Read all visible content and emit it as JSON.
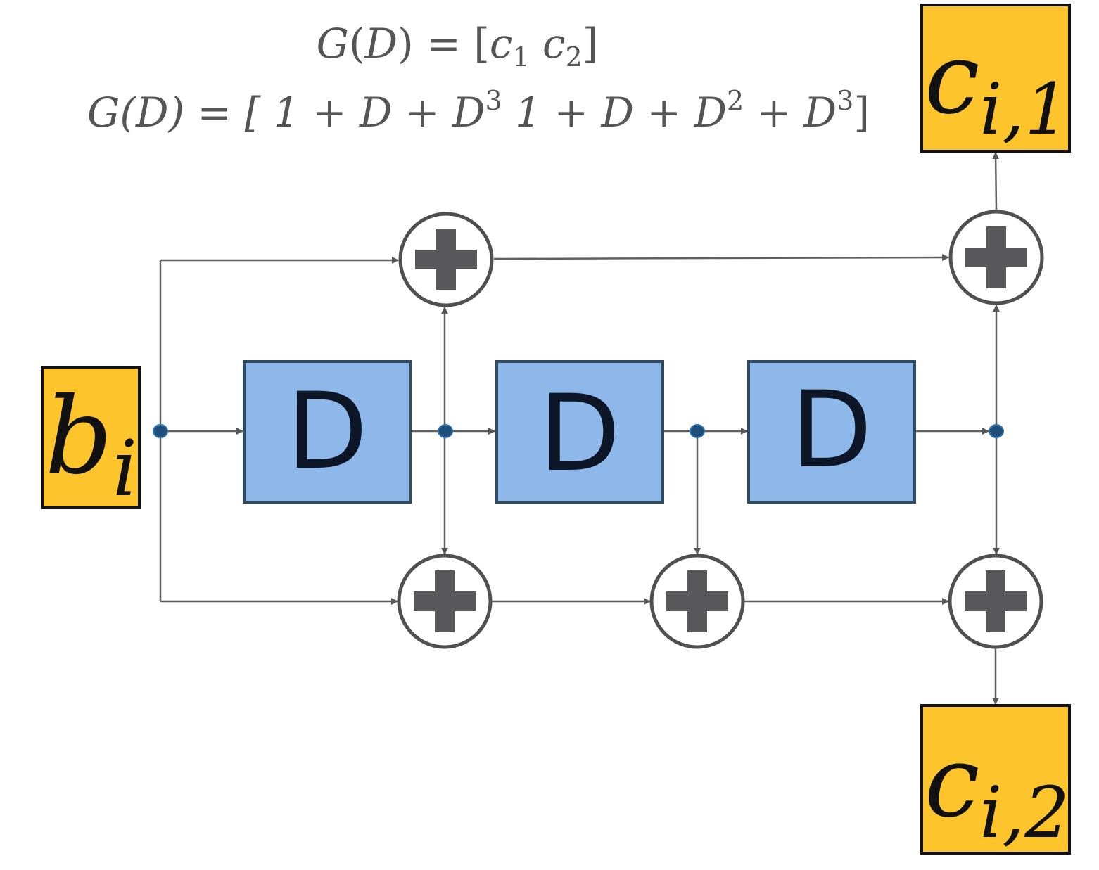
{
  "equations": {
    "line1": {
      "G": "G",
      "lp": "(",
      "D": "D",
      "rp": ")",
      "eq": " = [",
      "c1": "c",
      "sub1": "1",
      "sp": " ",
      "c2": "c",
      "sub2": "2",
      "close": "]"
    },
    "line2": {
      "prefix": "G(D) = [ 1 + D + D",
      "exp1": "3",
      "mid": "   1 + D + D",
      "exp2": "2",
      "mid2": " + D",
      "exp3": "3",
      "close": "]"
    }
  },
  "input": {
    "symbol": "b",
    "subscript": "i"
  },
  "outputs": [
    {
      "symbol": "c",
      "subscript": "i,1"
    },
    {
      "symbol": "c",
      "subscript": "i,2"
    }
  ],
  "delays": [
    {
      "label": "D"
    },
    {
      "label": "D"
    },
    {
      "label": "D"
    }
  ],
  "colors": {
    "io_box": "#fdc52b",
    "delay_box": "#8db8e9",
    "wire": "#606063",
    "adder": "#58585b"
  }
}
